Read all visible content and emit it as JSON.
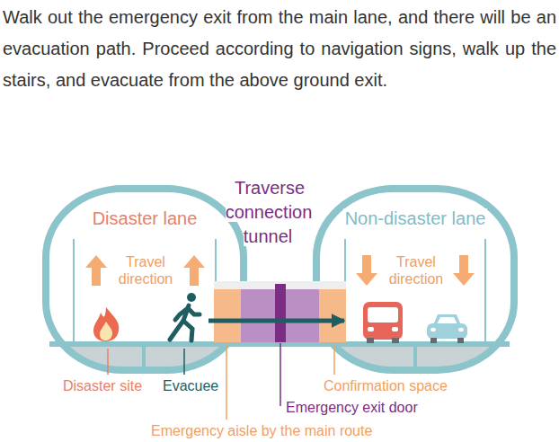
{
  "diagram": {
    "title": "Walk out the emergency exit from the main lane, and there will be an evacuation path. Proceed according to navigation signs, walk up the stairs, and evacuate from the above ground exit.",
    "nodes": [
      {
        "text": [
          "Disaster lane"
        ]
      },
      {
        "text": [
          "Traverse connection tunnel"
        ]
      },
      {
        "text": [
          "Non-disaster lane"
        ]
      }
    ],
    "edges": [
      {
        "from": 0,
        "to": 2,
        "arrow": "to"
      }
    ],
    "labels": [
      "Travel direction",
      "Travel direction",
      "Disaster site",
      "Evacuee",
      "Confirmation space",
      "Emergency exit door",
      "Emergency aisle by the main route"
    ]
  }
}
